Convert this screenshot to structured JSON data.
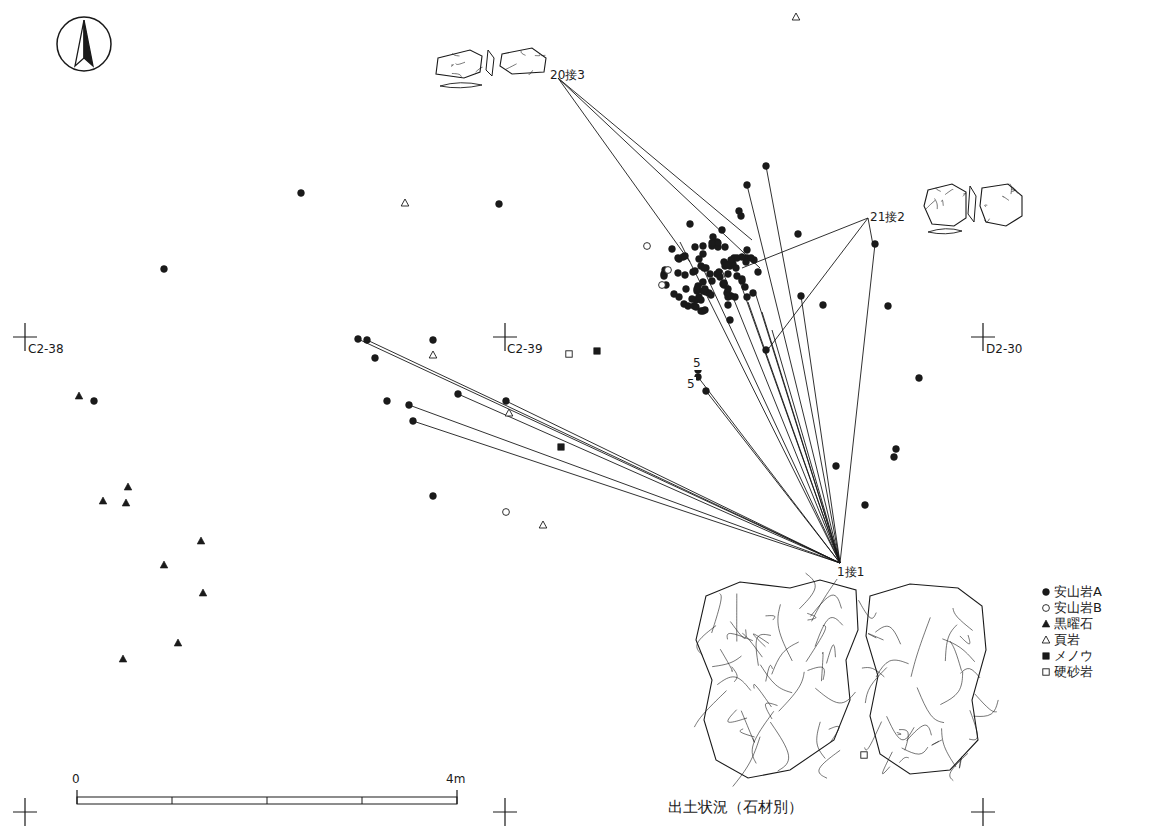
{
  "diagram": {
    "caption": "出土状況（石材別）",
    "labels": [
      "20接3",
      "21接2",
      "C2-38",
      "C2-39",
      "D2-30",
      "5",
      "5",
      "1接1",
      "0",
      "4m"
    ],
    "legend": [
      {
        "text": "安山岩A"
      },
      {
        "text": "安山岩B"
      },
      {
        "text": "黒曜石"
      },
      {
        "text": "頁岩"
      },
      {
        "text": "メノウ"
      },
      {
        "text": "硬砂岩"
      }
    ]
  }
}
